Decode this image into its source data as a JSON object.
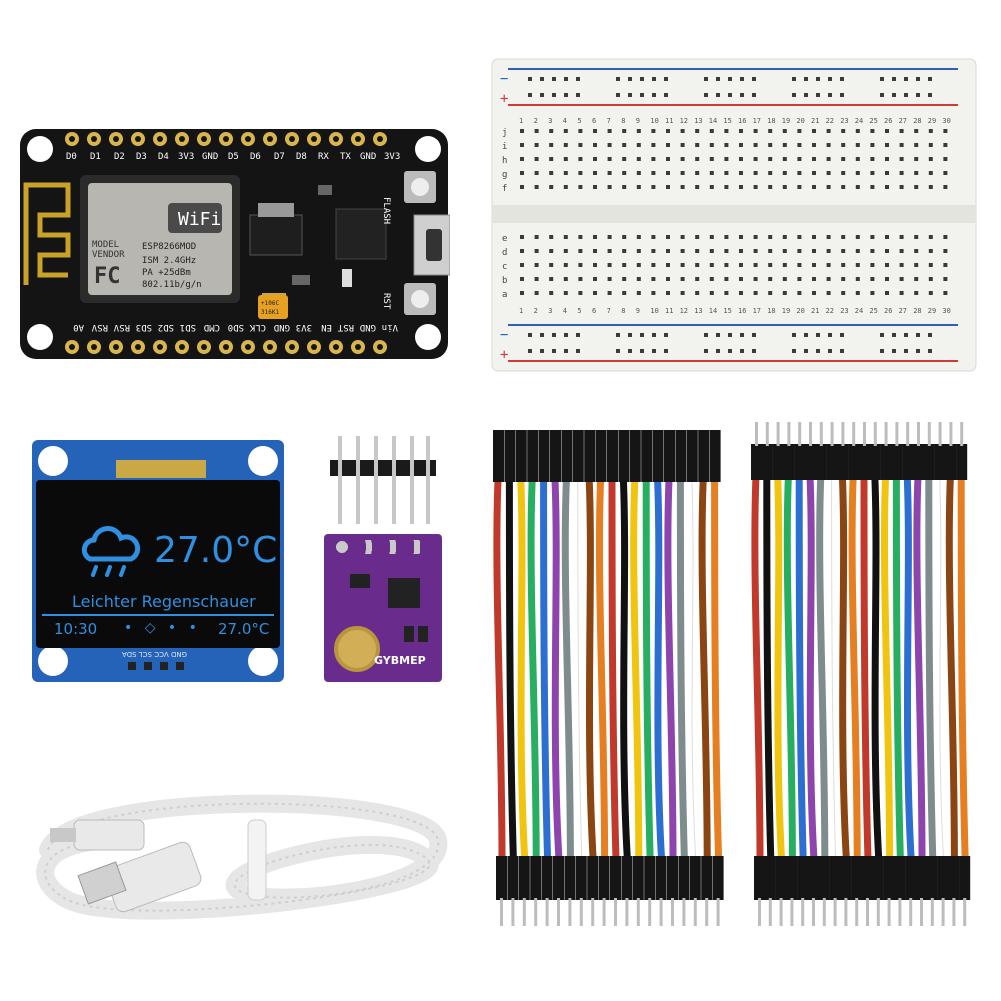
{
  "nodemcu": {
    "pins_top": [
      "D0",
      "D1",
      "D2",
      "D3",
      "D4",
      "3V3",
      "GND",
      "D5",
      "D6",
      "D7",
      "D8",
      "RX",
      "TX",
      "GND",
      "3V3"
    ],
    "pins_bottom": [
      "A0",
      "RSV",
      "RSV",
      "SD3",
      "SD2",
      "SD1",
      "CMD",
      "SD0",
      "CLK",
      "GND",
      "3V3",
      "EN",
      "RST",
      "GND",
      "Vin"
    ],
    "wifi_logo": "WiFi",
    "module_lines": [
      "MODEL",
      "VENDOR"
    ],
    "module_name": "ESP8266MOD",
    "fc_logo": "FC",
    "spec_lines": [
      "ISM 2.4GHz",
      "PA +25dBm",
      "802.11b/g/n"
    ],
    "flash_label": "FLASH",
    "rst_label": "RST",
    "cap_lines": [
      "+106C",
      "316K1"
    ]
  },
  "breadboard": {
    "columns": [
      "1",
      "2",
      "3",
      "4",
      "5",
      "6",
      "7",
      "8",
      "9",
      "10",
      "11",
      "12",
      "13",
      "14",
      "15",
      "16",
      "17",
      "18",
      "19",
      "20",
      "21",
      "22",
      "23",
      "24",
      "25",
      "26",
      "27",
      "28",
      "29",
      "30"
    ],
    "rows_top": [
      "j",
      "i",
      "h",
      "g",
      "f"
    ],
    "rows_bottom": [
      "e",
      "d",
      "c",
      "b",
      "a"
    ],
    "rail_minus": "−",
    "rail_plus": "+"
  },
  "oled": {
    "temperature": "27.0°C",
    "condition": "Leichter Regenschauer",
    "time": "10:30",
    "indicator": "• ◇ • •",
    "footer_temp": "27.0°C",
    "pins_label": "GND VCC SCL SDA"
  },
  "sensor": {
    "label": "GYBMEP"
  },
  "colors": {
    "pcb_black": "#111111",
    "oled_blue": "#2f8fe0",
    "oled_board": "#2563b8",
    "sensor_purple": "#6a2c8c",
    "breadboard": "#f2f2ef",
    "rail_red": "#d23a3a",
    "rail_blue": "#2f5fb8",
    "wire_colors": [
      "#c0392b",
      "#111111",
      "#f1c40f",
      "#27ae60",
      "#2c6fd1",
      "#8e44ad",
      "#7f8c8d",
      "#ffffff",
      "#8b4513",
      "#e67e22"
    ]
  },
  "icons": [
    "wifi-antenna-icon",
    "usb-port-icon",
    "rain-cloud-icon",
    "usb-cable-icon"
  ]
}
